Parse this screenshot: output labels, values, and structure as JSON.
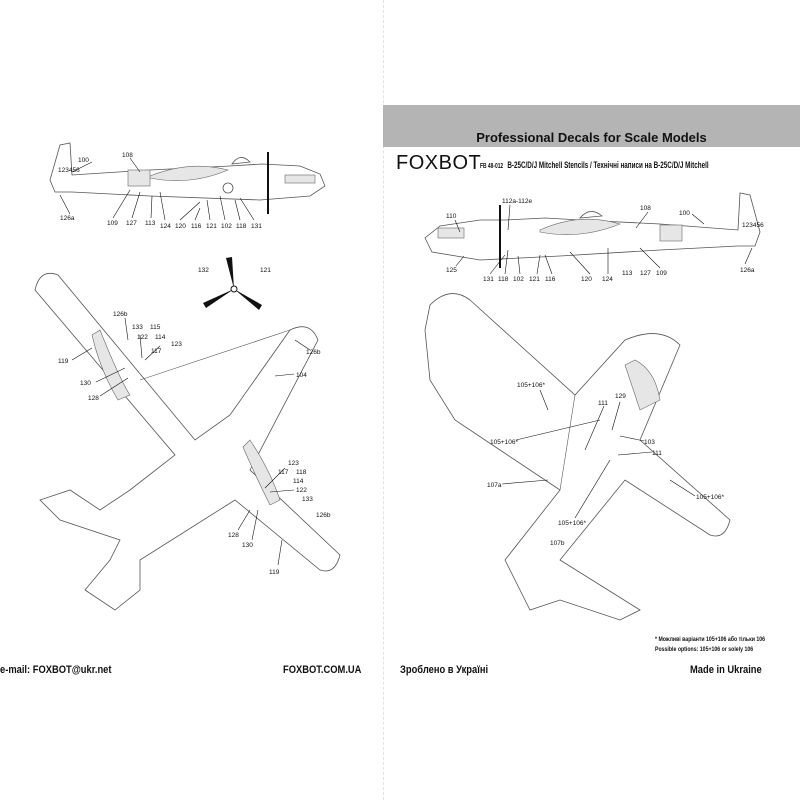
{
  "header": {
    "tagline": "Professional Decals for Scale Models",
    "brand": "FOXBOT",
    "product_code": "FB 48-012",
    "title": "B-25C/D/J Mitchell Stencils / Технічні написи на B-25C/D/J Mitchell"
  },
  "left_profile": {
    "serial": "123456",
    "callouts": [
      "100",
      "108",
      "126a",
      "109",
      "127",
      "113",
      "124",
      "120",
      "116",
      "121",
      "102",
      "118",
      "131"
    ]
  },
  "propeller": {
    "callouts": [
      "132",
      "121"
    ]
  },
  "left_top_view": {
    "callouts": [
      "126b",
      "133",
      "115",
      "122",
      "114",
      "123",
      "117",
      "119",
      "130",
      "128",
      "126b",
      "104",
      "123",
      "117",
      "118",
      "114",
      "122",
      "133",
      "126b",
      "128",
      "130",
      "119"
    ]
  },
  "right_profile": {
    "serial": "123456",
    "callouts": [
      "112a-112e",
      "110",
      "108",
      "100",
      "126a",
      "125",
      "131",
      "118",
      "102",
      "121",
      "116",
      "120",
      "124",
      "113",
      "127",
      "109"
    ]
  },
  "right_top_view": {
    "callouts": [
      "105+106*",
      "111",
      "129",
      "103",
      "105+106*",
      "111",
      "107a",
      "105+106*",
      "105+106*",
      "107b"
    ]
  },
  "notes": {
    "ua": "*  Можливі варіанти 105+106 або тільки 106",
    "en": "Possible options: 105+106 or solely 106"
  },
  "footer": {
    "email": "e-mail: FOXBOT@ukr.net",
    "website": "FOXBOT.COM.UA",
    "made_ua": "Зроблено в Україні",
    "made_en": "Made in Ukraine"
  }
}
